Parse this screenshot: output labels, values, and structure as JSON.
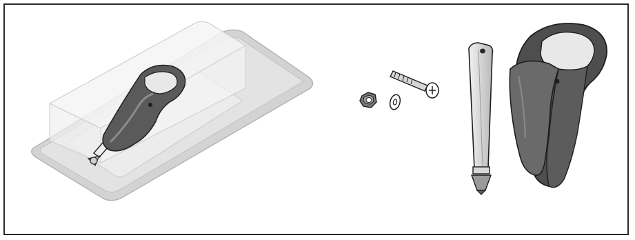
{
  "figure": {
    "components": [
      {
        "name": "packaged-assembly",
        "label": ""
      },
      {
        "name": "lock-nut",
        "label": ""
      },
      {
        "name": "washer",
        "label": ""
      },
      {
        "name": "bolt",
        "label": ""
      },
      {
        "name": "scriber-bar",
        "label": ""
      },
      {
        "name": "clip-holder",
        "label": ""
      }
    ],
    "colors": {
      "frame": "#2a2a2a",
      "tray": "#d3d3d3",
      "tray_inner": "#e6e6e6",
      "clear_cover": "#eeeeee",
      "clip_dark": "#555555",
      "clip_light": "#8c8c8c",
      "metal": "#c8c8c8",
      "outline": "#1e1e1e"
    }
  }
}
